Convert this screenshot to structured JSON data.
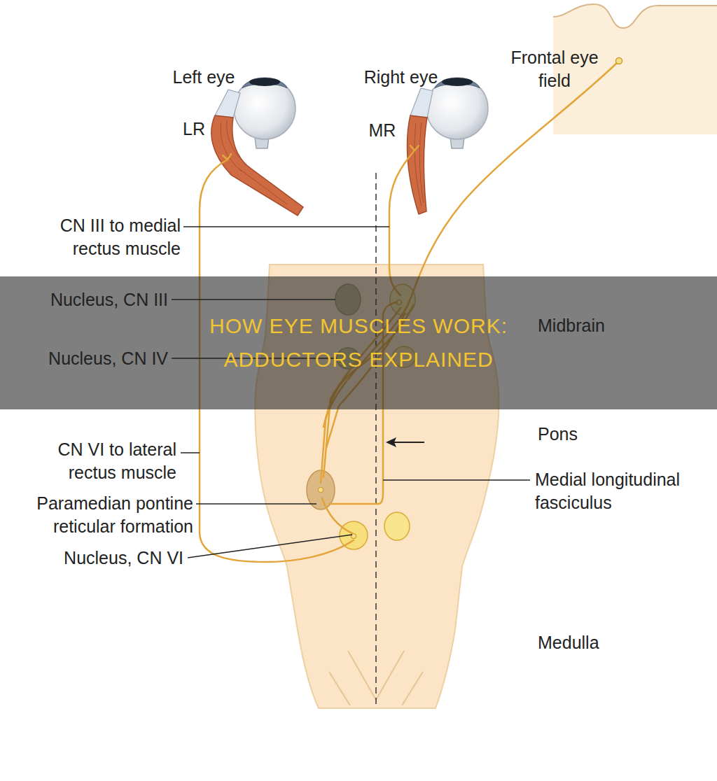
{
  "diagram": {
    "title": "HOW EYE MUSCLES WORK: ADDUCTORS EXPLAINED",
    "nodes": [
      {
        "text": [
          "Frontal eye field"
        ]
      }
    ],
    "labels": [
      "Left eye",
      "Right eye",
      "LR",
      "MR",
      "CN III to medial rectus muscle",
      "Nucleus, CN III",
      "Midbrain",
      "Nucleus, CN IV",
      "Pons",
      "CN VI to lateral rectus muscle",
      "Paramedian pontine reticular formation",
      "Medial longitudinal fasciculus",
      "Nucleus, CN VI",
      "Medulla"
    ]
  }
}
